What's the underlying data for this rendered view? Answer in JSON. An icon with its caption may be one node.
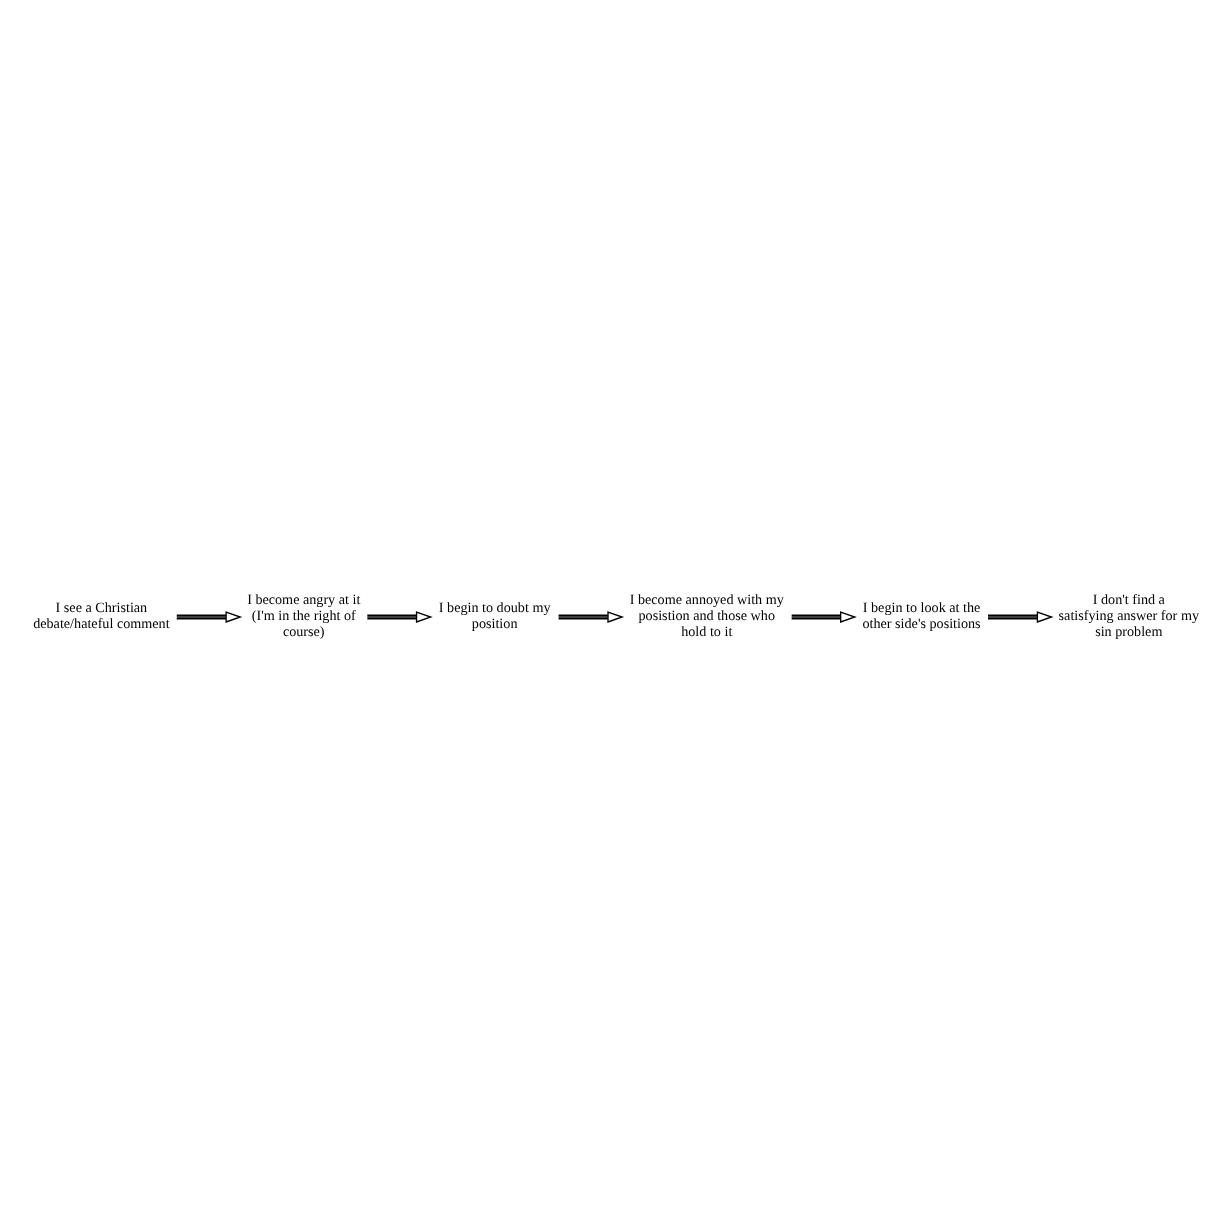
{
  "diagram": {
    "nodes": [
      {
        "text": [
          "I see a Christian debate/hateful comment"
        ]
      },
      {
        "text": [
          "I become angry at it (I'm in the right of course)"
        ]
      },
      {
        "text": [
          "I begin to doubt my position"
        ]
      },
      {
        "text": [
          "I become annoyed with my posistion and those who hold to it"
        ]
      },
      {
        "text": [
          "I begin to look at the other side's positions"
        ]
      },
      {
        "text": [
          "I don't find a satisfying answer for my sin problem"
        ]
      }
    ],
    "edges": [
      {
        "from": 0,
        "to": 1,
        "arrow": "to"
      },
      {
        "from": 1,
        "to": 2,
        "arrow": "to"
      },
      {
        "from": 2,
        "to": 3,
        "arrow": "to"
      },
      {
        "from": 3,
        "to": 4,
        "arrow": "to"
      },
      {
        "from": 4,
        "to": 5,
        "arrow": "to"
      }
    ]
  }
}
